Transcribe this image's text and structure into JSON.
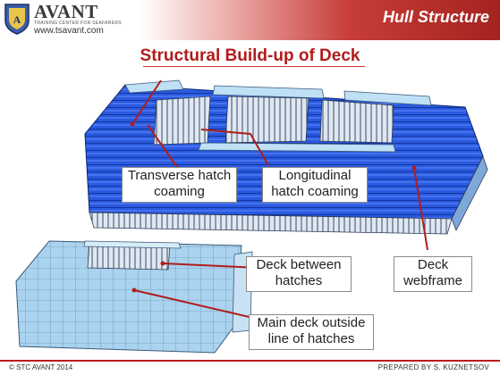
{
  "header": {
    "logo_name": "AVANT",
    "logo_tagline": "TRAINING CENTER FOR SEAFARERS",
    "logo_url": "www.tsavant.com",
    "section_title": "Hull Structure"
  },
  "slide": {
    "title": "Structural Build-up of Deck"
  },
  "callouts": {
    "transverse": "Transverse hatch coaming",
    "longitudinal": "Longitudinal hatch coaming",
    "deck_between": "Deck between hatches",
    "webframe": "Deck webframe",
    "main_deck": "Main deck outside line of hatches"
  },
  "footer": {
    "left": "© STC AVANT 2014",
    "right": "PREPARED BY S. KUZNETSOV"
  },
  "colors": {
    "accent_red": "#b01c1c",
    "deck_blue": "#1f4fd6",
    "deck_light": "#a8d2ee"
  }
}
